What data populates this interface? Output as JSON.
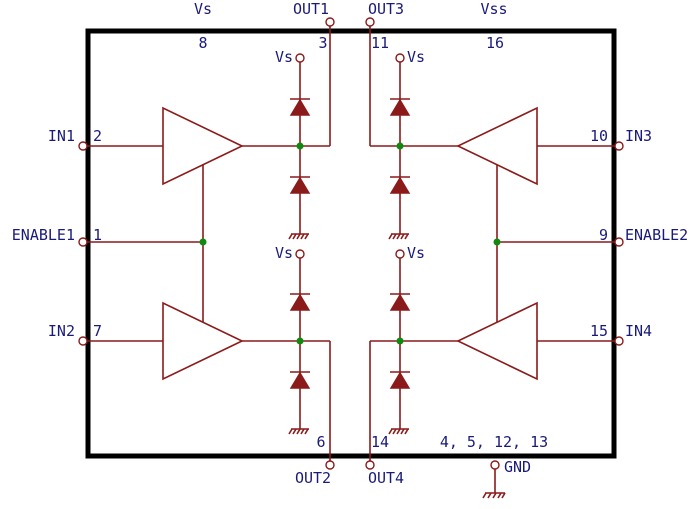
{
  "pins": {
    "vs_top": "Vs",
    "out1": "OUT1",
    "out3": "OUT3",
    "vss": "Vss",
    "in1": "IN1",
    "enable1": "ENABLE1",
    "in2": "IN2",
    "in3": "IN3",
    "enable2": "ENABLE2",
    "in4": "IN4",
    "out2": "OUT2",
    "out4": "OUT4",
    "gnd": "GND"
  },
  "pin_numbers": {
    "vs": "8",
    "out1": "3",
    "out3": "11",
    "vss": "16",
    "in1": "2",
    "enable1": "1",
    "in2": "7",
    "in3": "10",
    "enable2": "9",
    "in4": "15",
    "out2": "6",
    "out4": "14",
    "gnd": "4, 5, 12, 13"
  },
  "supply_labels": {
    "d1": "Vs",
    "d2": "Vs",
    "d3": "Vs",
    "d4": "Vs"
  },
  "colors": {
    "wire": "#8b1a1a",
    "text": "#1a1a7a",
    "junction": "#0f8a0f",
    "outline": "#000000"
  }
}
